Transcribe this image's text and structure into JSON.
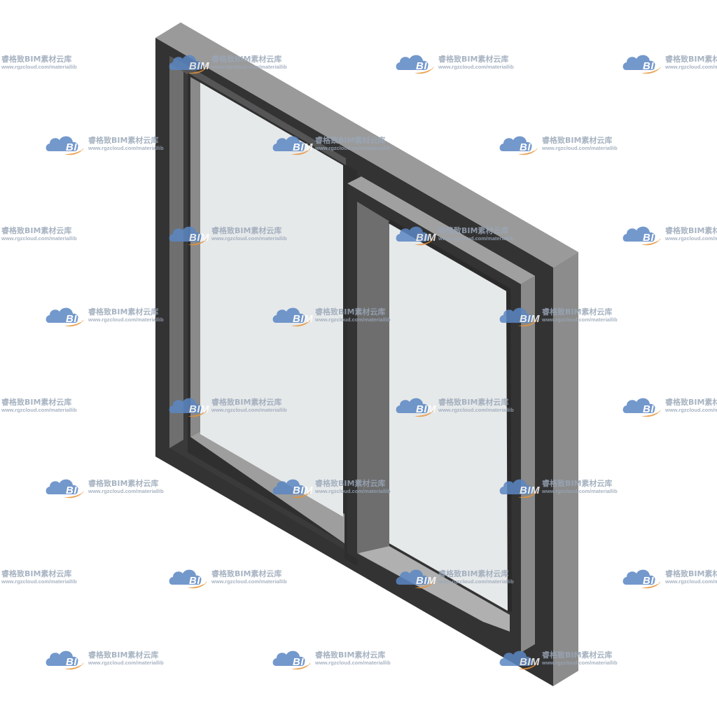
{
  "window_model": {
    "colors": {
      "frame_dark": "#333333",
      "frame_side": "#7a7a7a",
      "frame_top": "#9a9a9a",
      "frame_face": "#8c8c8c",
      "sill": "#a8a8a8",
      "glass": "#e6e9ea",
      "inner_reveal": "#6e6e6e"
    }
  },
  "watermark": {
    "logo_text": "BIM",
    "title": "睿格致BIM素材云库",
    "url": "www.rgzcloud.com/materiallib",
    "colors": {
      "cloud_blue": "#5b87c4",
      "swoosh_orange": "#e8943a",
      "text": "#9aa7b8"
    }
  }
}
